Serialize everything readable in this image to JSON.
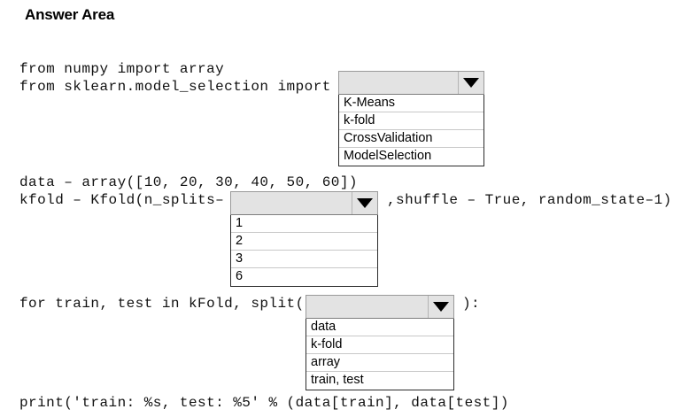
{
  "page": {
    "title": "Answer Area",
    "background_color": "#ffffff"
  },
  "code": {
    "line1": "from numpy import array",
    "line2": "from sklearn.model_selection import",
    "line3": "data – array([10, 20, 30, 40, 50, 60])",
    "line4": "kfold – Kfold(n_splits–",
    "line4_tail": ",shuffle – True, random_state–1)",
    "line5": "for train, test in kFold, split(",
    "line5_tail": "):",
    "line6": "print('train: %s, test: %5' % (data[train], data[test])"
  },
  "dropdowns": [
    {
      "name": "import-target",
      "selected": "",
      "arrow_icon": "chevron-down-icon",
      "options": [
        "K-Means",
        "k-fold",
        "CrossValidation",
        "ModelSelection"
      ]
    },
    {
      "name": "n-splits-value",
      "selected": "",
      "arrow_icon": "chevron-down-icon",
      "options": [
        "1",
        "2",
        "3",
        "6"
      ]
    },
    {
      "name": "split-argument",
      "selected": "",
      "arrow_icon": "chevron-down-icon",
      "options": [
        "data",
        "k-fold",
        "array",
        "train, test"
      ]
    }
  ],
  "colors": {
    "control_face": "#e3e3e3",
    "control_border": "#9a9a9a",
    "list_border": "#2b2b2b",
    "option_separator": "#c8c8c8",
    "text": "#000000"
  }
}
